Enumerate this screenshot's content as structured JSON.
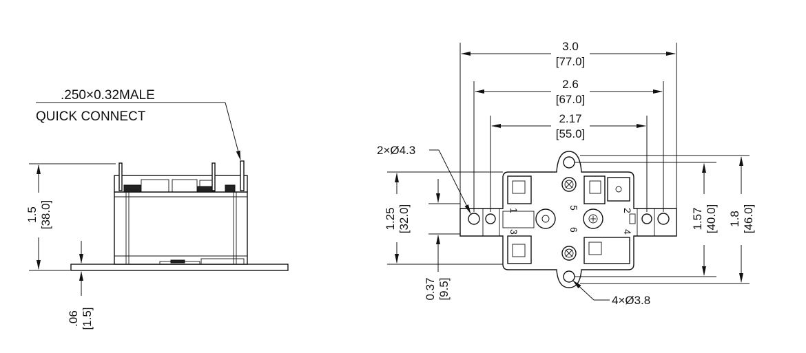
{
  "side_view": {
    "connector_note_line1": ".250×0.32MALE",
    "connector_note_line2": "QUICK CONNECT",
    "height_in": "1.5",
    "height_mm": "[38.0]",
    "base_in": ".06",
    "base_mm": "[1.5]"
  },
  "top_view": {
    "width_outer_in": "3.0",
    "width_outer_mm": "[77.0]",
    "width_mid_in": "2.6",
    "width_mid_mm": "[67.0]",
    "width_inner_in": "2.17",
    "width_inner_mm": "[55.0]",
    "side_holes": "2×Ø4.3",
    "corner_holes": "4×Ø3.8",
    "left_in": "1.25",
    "left_mm": "[32.0]",
    "offset_in": "0.37",
    "offset_mm": "[9.5]",
    "right_in": "1.57",
    "right_mm": "[40.0]",
    "right_outer_in": "1.8",
    "right_outer_mm": "[46.0]",
    "terminals": [
      "1",
      "2",
      "3",
      "4",
      "5",
      "6"
    ]
  }
}
